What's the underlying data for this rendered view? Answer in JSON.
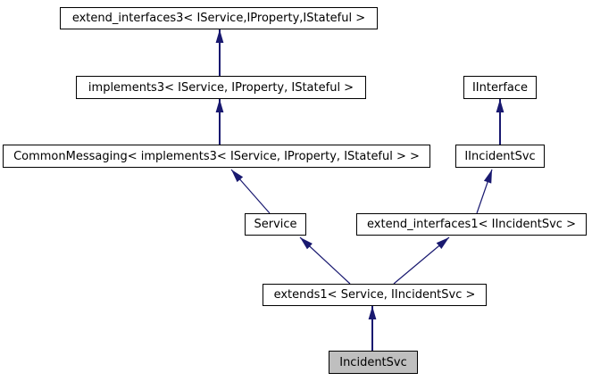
{
  "diagram": {
    "kind": "class-inheritance-diagram",
    "current_class": "IncidentSvc",
    "colors": {
      "background": "#ffffff",
      "node_fill": "#ffffff",
      "node_border": "#000000",
      "current_node_fill": "#bfbfbf",
      "edge": "#191970",
      "text": "#000000"
    }
  },
  "nodes": [
    {
      "id": "extend_interfaces3",
      "label": "extend_interfaces3< IService,IProperty,IStateful >"
    },
    {
      "id": "implements3",
      "label": "implements3< IService, IProperty, IStateful >"
    },
    {
      "id": "CommonMessaging",
      "label": "CommonMessaging< implements3< IService, IProperty, IStateful > >"
    },
    {
      "id": "IInterface",
      "label": "IInterface"
    },
    {
      "id": "IIncidentSvc",
      "label": "IIncidentSvc"
    },
    {
      "id": "Service",
      "label": "Service"
    },
    {
      "id": "extend_interfaces1",
      "label": "extend_interfaces1< IIncidentSvc >"
    },
    {
      "id": "extends1",
      "label": "extends1< Service, IIncidentSvc >"
    },
    {
      "id": "IncidentSvc",
      "label": "IncidentSvc",
      "highlighted": true
    }
  ],
  "edges": [
    {
      "from": "implements3",
      "to": "extend_interfaces3"
    },
    {
      "from": "CommonMessaging",
      "to": "implements3"
    },
    {
      "from": "Service",
      "to": "CommonMessaging"
    },
    {
      "from": "IIncidentSvc",
      "to": "IInterface"
    },
    {
      "from": "extend_interfaces1",
      "to": "IIncidentSvc"
    },
    {
      "from": "extends1",
      "to": "Service"
    },
    {
      "from": "extends1",
      "to": "extend_interfaces1"
    },
    {
      "from": "IncidentSvc",
      "to": "extends1"
    }
  ]
}
